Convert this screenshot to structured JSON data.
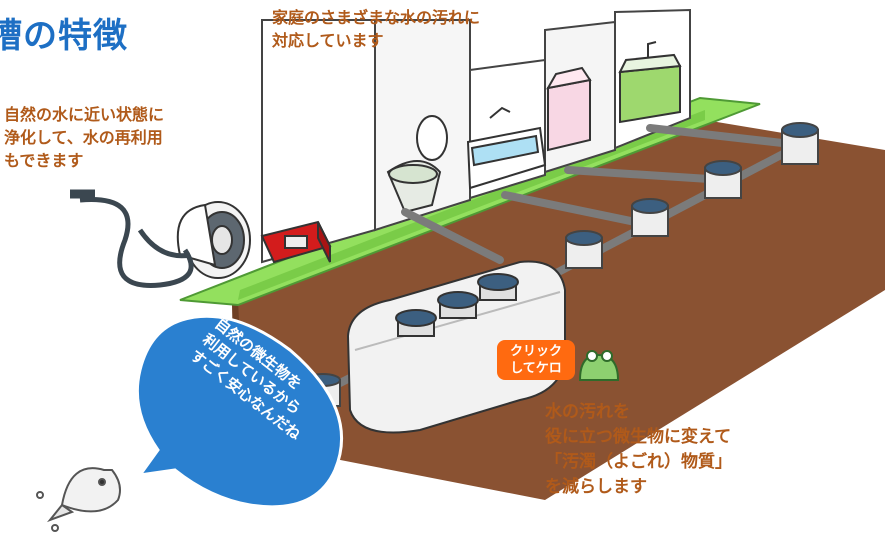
{
  "title": "槽の特徴",
  "notes": {
    "households": [
      "家庭のさまざまな水の汚れに",
      "対応しています"
    ],
    "reuse": [
      "自然の水に近い状態に",
      "浄化して、水の再利用",
      "もできます"
    ],
    "microbes": [
      "水の汚れを",
      "役に立つ微生物に変えて",
      "「汚濁（よごれ）物質」",
      "を減らします"
    ]
  },
  "bubble": [
    "自然の微生物を",
    "利用しているから",
    "すごく安心なんだね"
  ],
  "click_badge": [
    "クリック",
    "してケロ"
  ],
  "colors": {
    "title": "#1d6fc4",
    "note_text": "#b05a1a",
    "grass": "#8ee05a",
    "soil": "#8a5232",
    "bubble": "#2a80d0",
    "badge": "#ff6a10",
    "tank": "#f2f2f2"
  }
}
